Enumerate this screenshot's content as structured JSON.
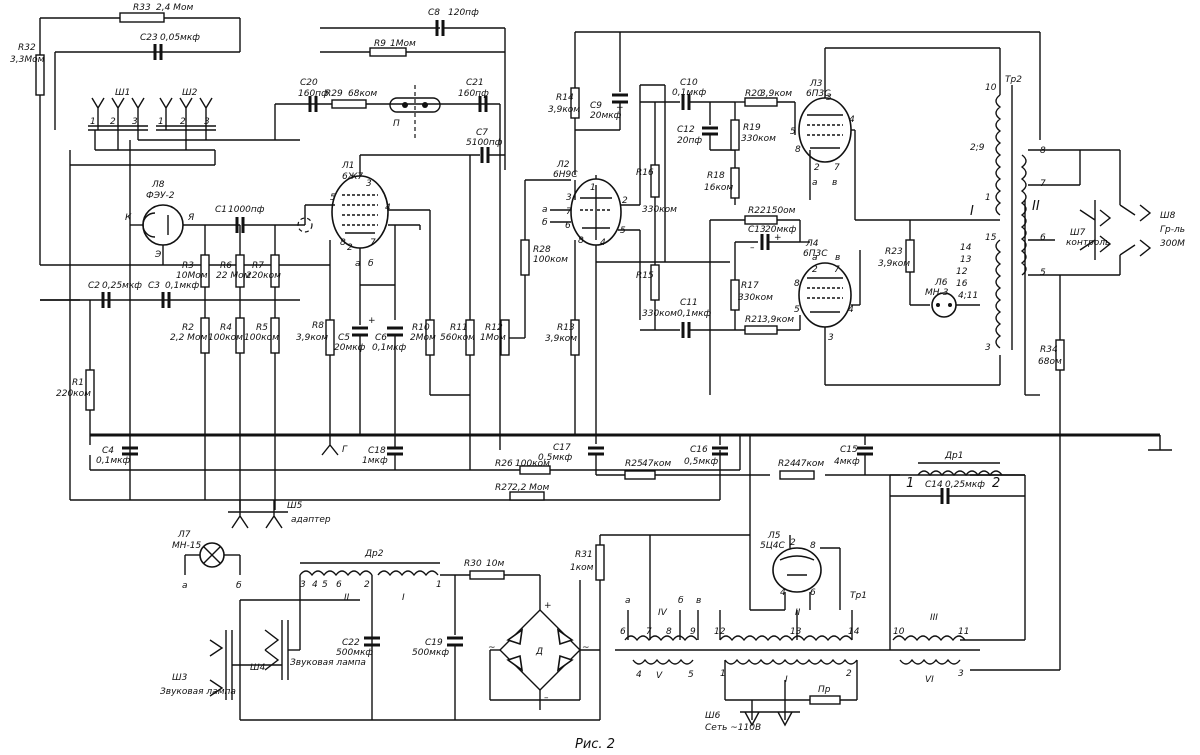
{
  "caption": "Рис. 2",
  "resistors": {
    "R1": [
      "R1",
      "220ком"
    ],
    "R2": [
      "R2",
      "2,2 Мом"
    ],
    "R3": [
      "R3",
      "10Мом"
    ],
    "R4": [
      "R4",
      "100ком"
    ],
    "R5": [
      "R5",
      "100ком"
    ],
    "R6": [
      "R6",
      "22 Мом"
    ],
    "R7": [
      "R7",
      "220ком"
    ],
    "R8": [
      "R8",
      "3,9ком"
    ],
    "R9": [
      "R9",
      "1Мом"
    ],
    "R10": [
      "R10",
      "2Мом"
    ],
    "R11": [
      "R11",
      "560ком"
    ],
    "R12": [
      "R12",
      "1Мом"
    ],
    "R13": [
      "R13",
      "3,9ком"
    ],
    "R14": [
      "R14",
      "3,9ком"
    ],
    "R15": [
      "R15",
      "330ком"
    ],
    "R16": [
      "R16",
      "330ком"
    ],
    "R17": [
      "R17",
      "330ком"
    ],
    "R18": [
      "R18",
      "16ком"
    ],
    "R19": [
      "R19",
      "330ком"
    ],
    "R20": [
      "R20",
      "3,9ком"
    ],
    "R21": [
      "R21",
      "3,9ком"
    ],
    "R22": [
      "R22",
      "150ом"
    ],
    "R23": [
      "R23",
      "3,9ком"
    ],
    "R24": [
      "R24",
      "47ком"
    ],
    "R25": [
      "R25",
      "47ком"
    ],
    "R26": [
      "R26",
      "100ком"
    ],
    "R27": [
      "R27",
      "2,2 Мом"
    ],
    "R28": [
      "R28",
      "100ком"
    ],
    "R29": [
      "R29",
      "68ком"
    ],
    "R30": [
      "R30",
      "10м"
    ],
    "R31": [
      "R31",
      "1ком"
    ],
    "R32": [
      "R32",
      "3,3Мом"
    ],
    "R33": [
      "R33",
      "2,4 Мом"
    ],
    "R34": [
      "R34",
      "68ом"
    ]
  },
  "capacitors": {
    "C1": [
      "C1",
      "1000пф"
    ],
    "C2": [
      "C2",
      "0,25мкф"
    ],
    "C3": [
      "C3",
      "0,1мкф"
    ],
    "C4": [
      "C4",
      "0,1мкф"
    ],
    "C5": [
      "C5",
      "20мкф"
    ],
    "C6": [
      "C6",
      "0,1мкф"
    ],
    "C7": [
      "C7",
      "5100пф"
    ],
    "C8": [
      "C8",
      "120пф"
    ],
    "C9": [
      "C9",
      "20мкф"
    ],
    "C10": [
      "C10",
      "0,1мкф"
    ],
    "C11": [
      "C11",
      "0,1мкф"
    ],
    "C12": [
      "C12",
      "20пф"
    ],
    "C13": [
      "C13",
      "20мкф"
    ],
    "C14": [
      "C14",
      "0,25мкф"
    ],
    "C15": [
      "C15",
      "4мкф"
    ],
    "C16": [
      "C16",
      "0,5мкф"
    ],
    "C17": [
      "C17",
      "0,5мкф"
    ],
    "C18": [
      "C18",
      "1мкф"
    ],
    "C19": [
      "C19",
      "500мкф"
    ],
    "C20": [
      "C20",
      "160пф"
    ],
    "C21": [
      "C21",
      "160пф"
    ],
    "C22": [
      "C22",
      "500мкф"
    ],
    "C23": [
      "C23",
      "0,05мкф"
    ]
  },
  "tubes": {
    "L1": [
      "Л1",
      "6Ж7"
    ],
    "L2": [
      "Л2",
      "6Н9С"
    ],
    "L3": [
      "Л3",
      "6П3С"
    ],
    "L4": [
      "Л4",
      "6П3С"
    ],
    "L5": [
      "Л5",
      "5Ц4С"
    ],
    "L6": [
      "Л6",
      "МН-3"
    ],
    "L7": [
      "Л7",
      "МН-15"
    ],
    "L8": [
      "Л8",
      "ФЭУ-2"
    ]
  },
  "connectors": {
    "Sh1": "Ш1",
    "Sh2": "Ш2",
    "Sh3": "Ш3",
    "Sh3_label": "Звуковая лампа",
    "Sh4": "Ш4",
    "Sh4_label": "Звуковая лампа",
    "Sh5": "Ш5",
    "Sh5_label": "адаптер",
    "Sh6": "Ш6",
    "Sh6_label": "Сеть ~110В",
    "Sh7": "Ш7",
    "Sh7_label": "контроль",
    "Sh8": "Ш8",
    "Sh8_label1": "Гр-ль",
    "Sh8_label2": "300М"
  },
  "transformers": {
    "Tr1": "Тр1",
    "Tr2": "Тр2",
    "Dr1": "Др1",
    "Dr2": "Др2"
  },
  "misc": {
    "P": "П",
    "D": "Д",
    "Pr": "Пр",
    "G": "Г",
    "K": "К",
    "Ya": "Я",
    "E": "Э",
    "a": "а",
    "b": "б",
    "v": "в",
    "roman_I": "I",
    "roman_II": "II",
    "roman_III": "III",
    "roman_IV": "IV",
    "roman_V": "V",
    "roman_VI": "VI",
    "tap_29": "2;9",
    "tap_411": "4;11"
  }
}
